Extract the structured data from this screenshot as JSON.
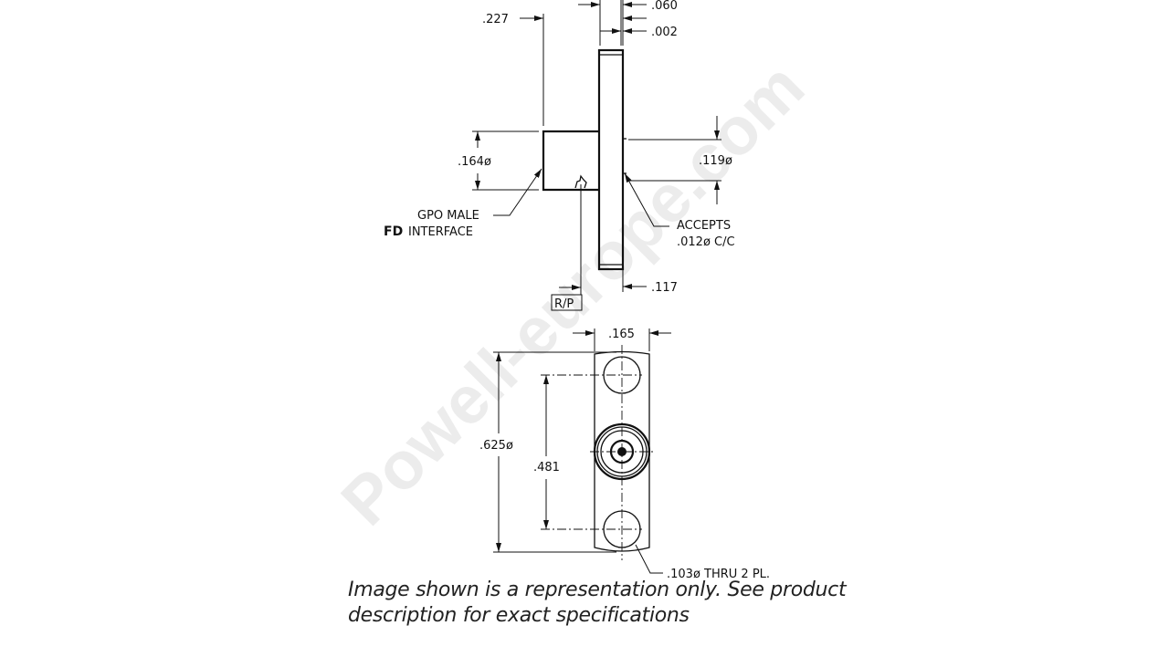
{
  "watermark": "Powell-europe.com",
  "side_view": {
    "dim_227": ".227",
    "dim_060": ".060",
    "dim_002": ".002",
    "dim_164": ".164ø",
    "dim_119": ".119ø",
    "dim_117": ".117",
    "label_gpo_line1": "GPO MALE",
    "label_gpo_prefix": "FD",
    "label_gpo_line2": "INTERFACE",
    "label_accepts_line1": "ACCEPTS",
    "label_accepts_line2": ".012ø C/C",
    "reference_box": "R/P"
  },
  "front_view": {
    "dim_165": ".165",
    "dim_625": ".625ø",
    "dim_481": ".481",
    "hole_note": ".103ø THRU 2 PL."
  },
  "caption": "Image shown is a representation only. See product description for exact specifications"
}
